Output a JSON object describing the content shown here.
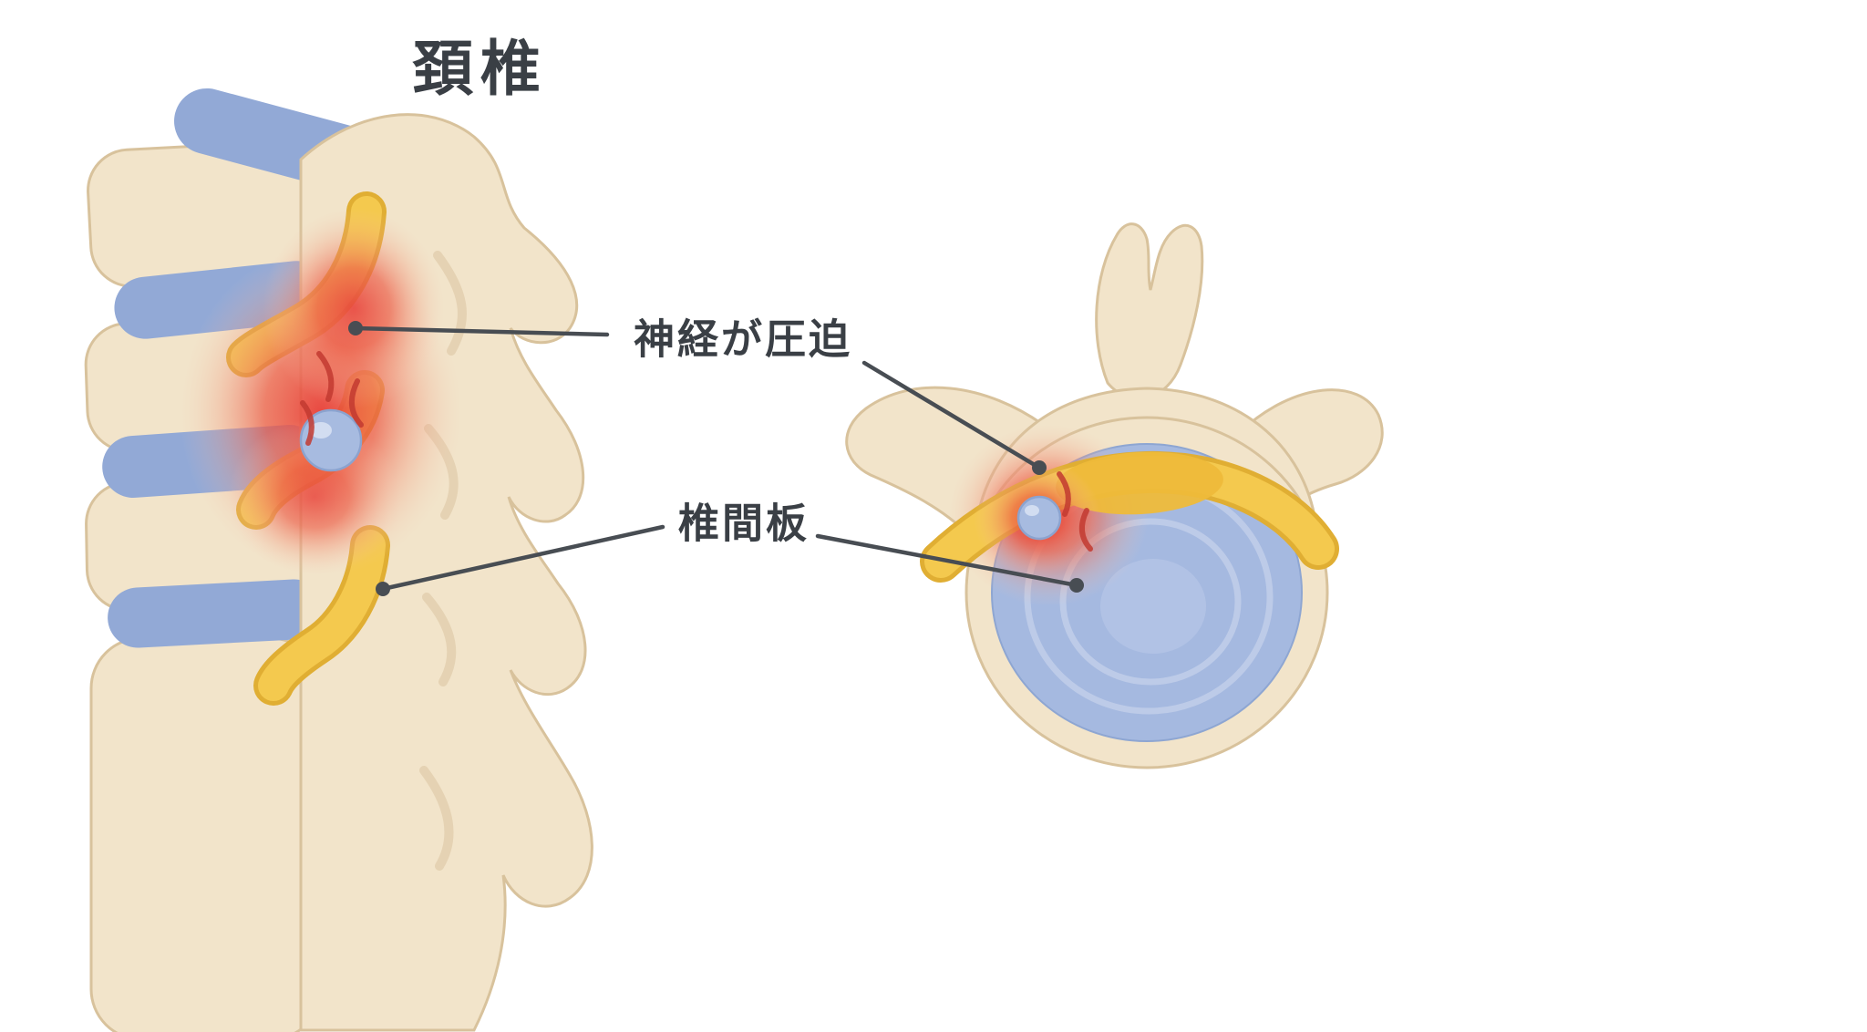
{
  "title": "頚椎",
  "labels": {
    "nerve_compression": "神経が圧迫",
    "intervertebral_disc": "椎間板"
  },
  "colors": {
    "background": "#ffffff",
    "bone": "#f2e4ca",
    "bone_shade": "#e0ccab",
    "bone_outline": "#d8c29c",
    "disc_blue": "#92a9d6",
    "disc_blue_light": "#a5b9e0",
    "nerve_yellow": "#f4c94e",
    "nerve_yellow_dark": "#e0ae33",
    "inflammation_red": "#e8413a",
    "label_text": "#3a3f45",
    "leader_line": "#484d53"
  }
}
